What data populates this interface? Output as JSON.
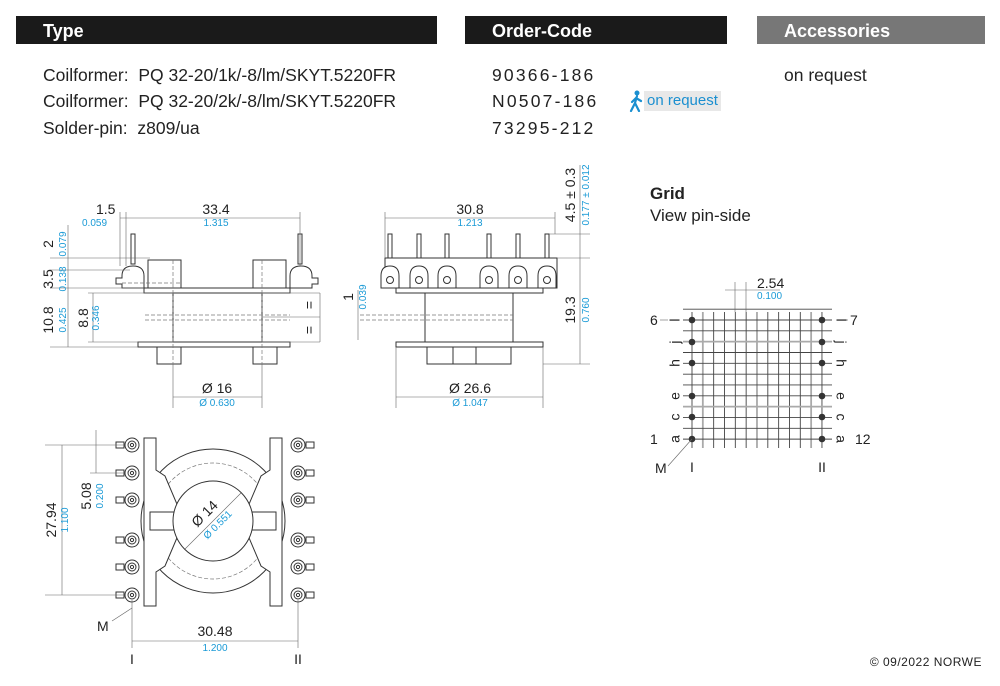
{
  "header": {
    "type_label": "Type",
    "order_label": "Order-Code",
    "accessories_label": "Accessories"
  },
  "rows": [
    {
      "label": "Coilformer:",
      "value": "PQ 32-20/1k/-8/lm/SKYT.5220FR",
      "code": "90366-186"
    },
    {
      "label": "Coilformer:",
      "value": "PQ 32-20/2k/-8/lm/SKYT.5220FR",
      "code": "N0507-186"
    },
    {
      "label": "Solder-pin:",
      "value": "z809/ua",
      "code": "73295-212"
    }
  ],
  "accessories": "on request",
  "badge": {
    "icon": "walking-person-icon",
    "label": "on request"
  },
  "side_view": {
    "d1": "1.5",
    "d1i": "0.059",
    "d2": "33.4",
    "d2i": "1.315",
    "d3": "2",
    "d3i": "0.079",
    "d4": "3.5",
    "d4i": "0.138",
    "d5": "10.8",
    "d5i": "0.425",
    "d6": "8.8",
    "d6i": "0.346",
    "d7": "Ø 16",
    "d7i": "Ø 0.630",
    "eq": "="
  },
  "front_view": {
    "d1": "30.8",
    "d1i": "1.213",
    "d2": "4.5 ± 0.3",
    "d2i": "0.177 ± 0.012",
    "d3": "1",
    "d3i": "0.039",
    "d4": "19.3",
    "d4i": "0.760",
    "d5": "Ø 26.6",
    "d5i": "Ø 1.047"
  },
  "bottom_view": {
    "d1": "27.94",
    "d1i": "1.100",
    "d2": "5.08",
    "d2i": "0.200",
    "d3": "Ø 14",
    "d3i": "Ø 0.551",
    "d4": "30.48",
    "d4i": "1.200",
    "m": "M",
    "row1": "I",
    "row2": "II"
  },
  "grid": {
    "title": "Grid",
    "subtitle": "View pin-side",
    "pitch": "2.54",
    "pitch_in": "0.100",
    "pin_tl": "6",
    "pin_tr": "7",
    "pin_bl": "1",
    "pin_br": "12",
    "letters": [
      "l",
      "j",
      "h",
      "e",
      "c",
      "a"
    ],
    "m": "M",
    "row1": "I",
    "row2": "II"
  },
  "colors": {
    "header": "#1a1a1a",
    "accessories_header": "#777777",
    "inch": "#1a9ad6"
  },
  "copyright": "© 09/2022 NORWE"
}
